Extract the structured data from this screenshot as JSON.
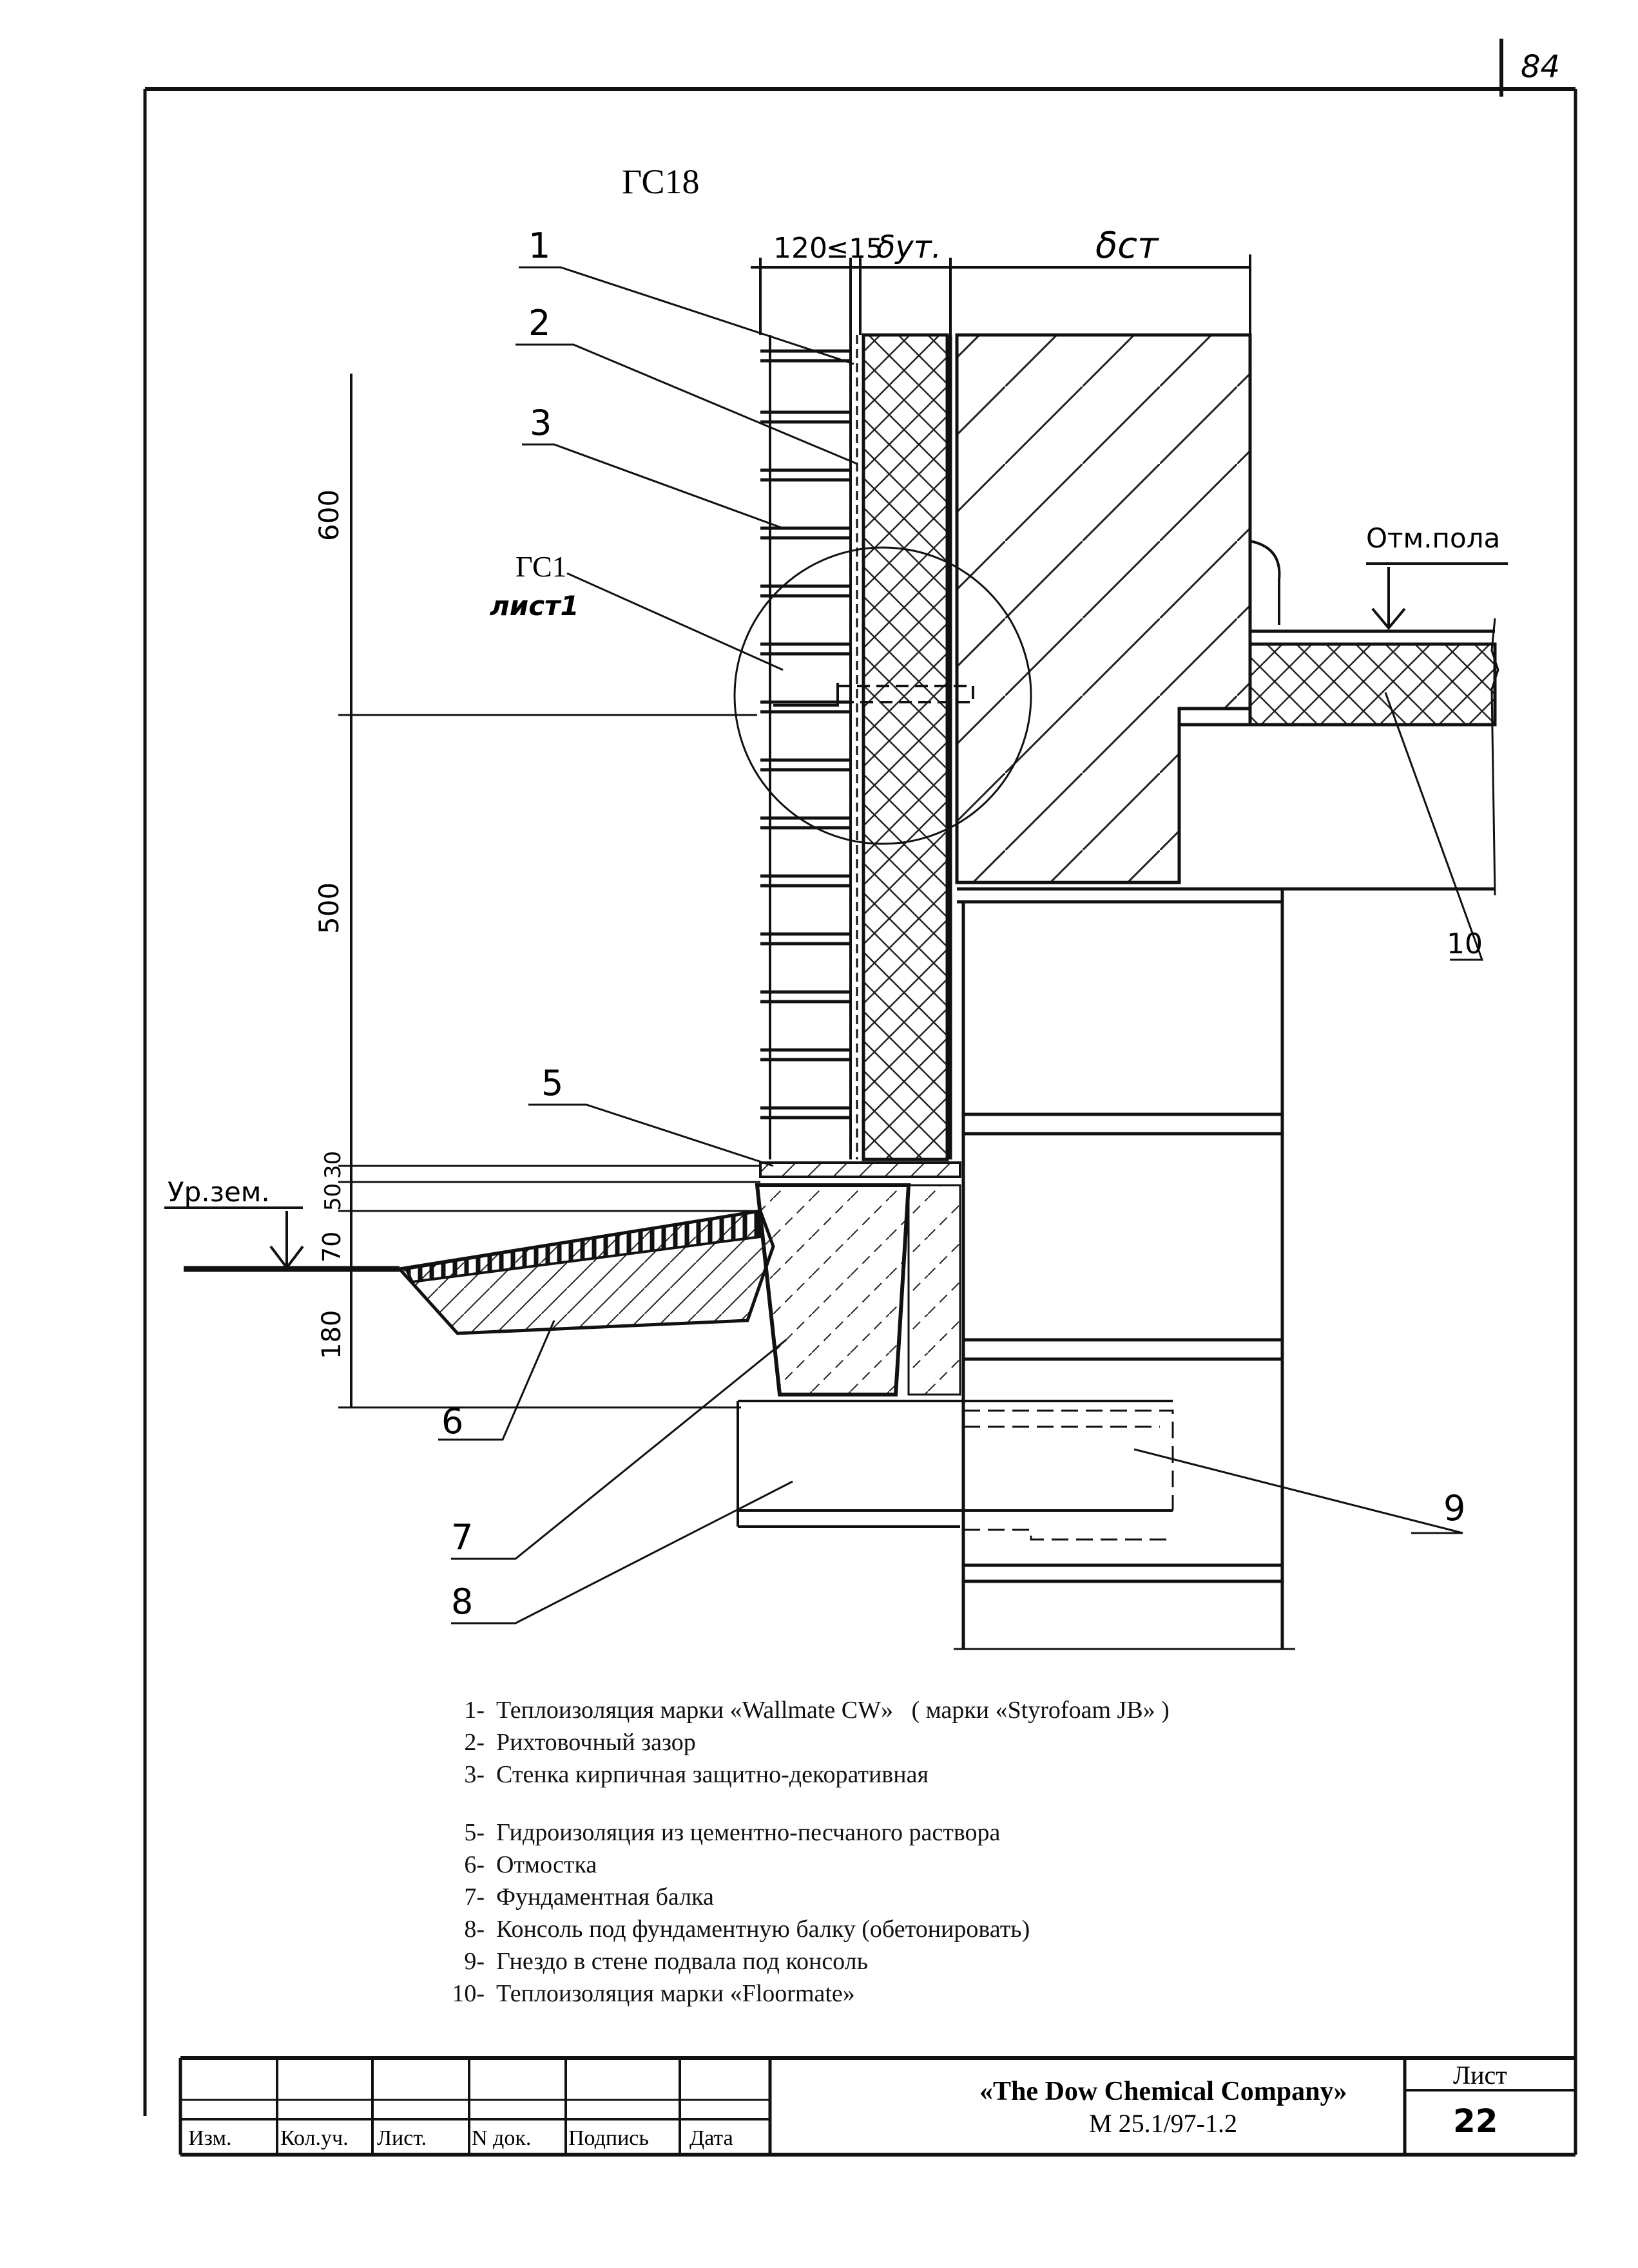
{
  "page_number": "84",
  "drawing_code": "ГС18",
  "callout": {
    "ref": "ГС1",
    "sheet": "лист1"
  },
  "dimensions": {
    "brick": "120",
    "gap": "≤15",
    "insulation": "δут.",
    "wall": "δст",
    "upper_height": "600",
    "mid_height": "500",
    "ground_30": "30",
    "ground_50": "50",
    "ground_70": "70",
    "ground_180": "180"
  },
  "labels": {
    "floor_level": "Отм.пола",
    "ground_level": "Ур.зем."
  },
  "markers": [
    "1",
    "2",
    "3",
    "5",
    "6",
    "7",
    "8",
    "9",
    "10"
  ],
  "legend": [
    {
      "num": "1-",
      "text": "Теплоизоляция    марки «Wallmate CW»",
      "extra": "марки «Styrofoam JB»"
    },
    {
      "num": "2-",
      "text": "Рихтовочный зазор"
    },
    {
      "num": "3-",
      "text": "Стенка кирпичная защитно-декоративная"
    },
    {
      "num": "5-",
      "text": "Гидроизоляция из цементно-песчаного раствора"
    },
    {
      "num": "6-",
      "text": "Отмостка"
    },
    {
      "num": "7-",
      "text": "Фундаментная балка"
    },
    {
      "num": "8-",
      "text": "Консоль под фундаментную балку   (обетонировать)"
    },
    {
      "num": "9-",
      "text": "Гнездо в стене подвала под консоль"
    },
    {
      "num": "10-",
      "text": "Теплоизоляция марки «Floormate»"
    }
  ],
  "title_block": {
    "columns": [
      "Изм.",
      "Кол.уч.",
      "Лист.",
      "N док.",
      "Подпись",
      "Дата"
    ],
    "company": "«The Dow Chemical Company»",
    "doc_code": "М 25.1/97-1.2",
    "sheet_label": "Лист",
    "sheet_number": "22"
  }
}
